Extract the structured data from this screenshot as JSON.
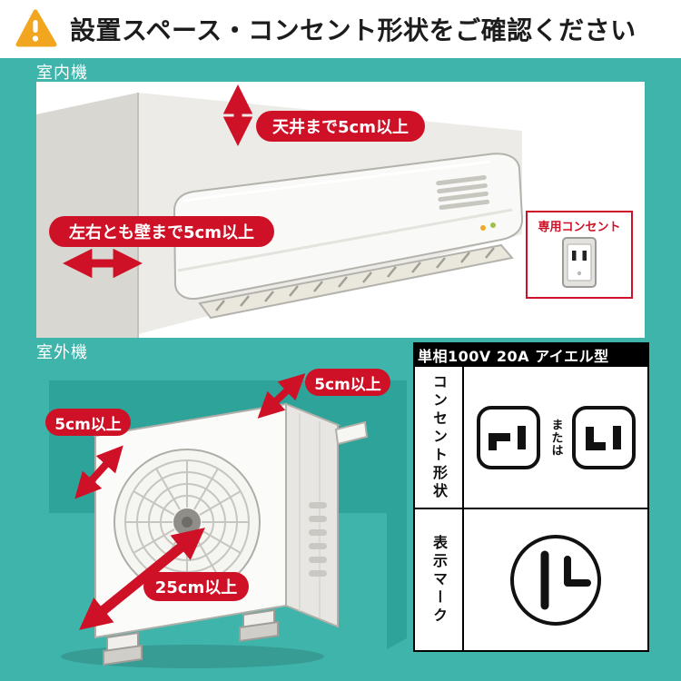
{
  "header": {
    "title": "設置スペース・コンセント形状をご確認ください"
  },
  "indoor": {
    "section_label": "室内機",
    "ceiling_clearance": "天井まで5cm以上",
    "side_clearance": "左右とも壁まで5cm以上",
    "outlet_title": "専用コンセント"
  },
  "outdoor": {
    "section_label": "室外機",
    "top_clearance": "5cm以上",
    "side_clearance": "5cm以上",
    "front_clearance": "25cm以上"
  },
  "spec_table": {
    "header": "単相100V 20A アイエル型",
    "rows": [
      {
        "label": "コンセント形状",
        "middle_text": "または"
      },
      {
        "label": "表示マーク"
      }
    ]
  },
  "colors": {
    "teal_background": "#3fb4ab",
    "wall_teal": "#2ea39a",
    "arrow_red": "#ce1126",
    "warning_orange": "#f2a51f",
    "table_header_bg": "#000000"
  }
}
